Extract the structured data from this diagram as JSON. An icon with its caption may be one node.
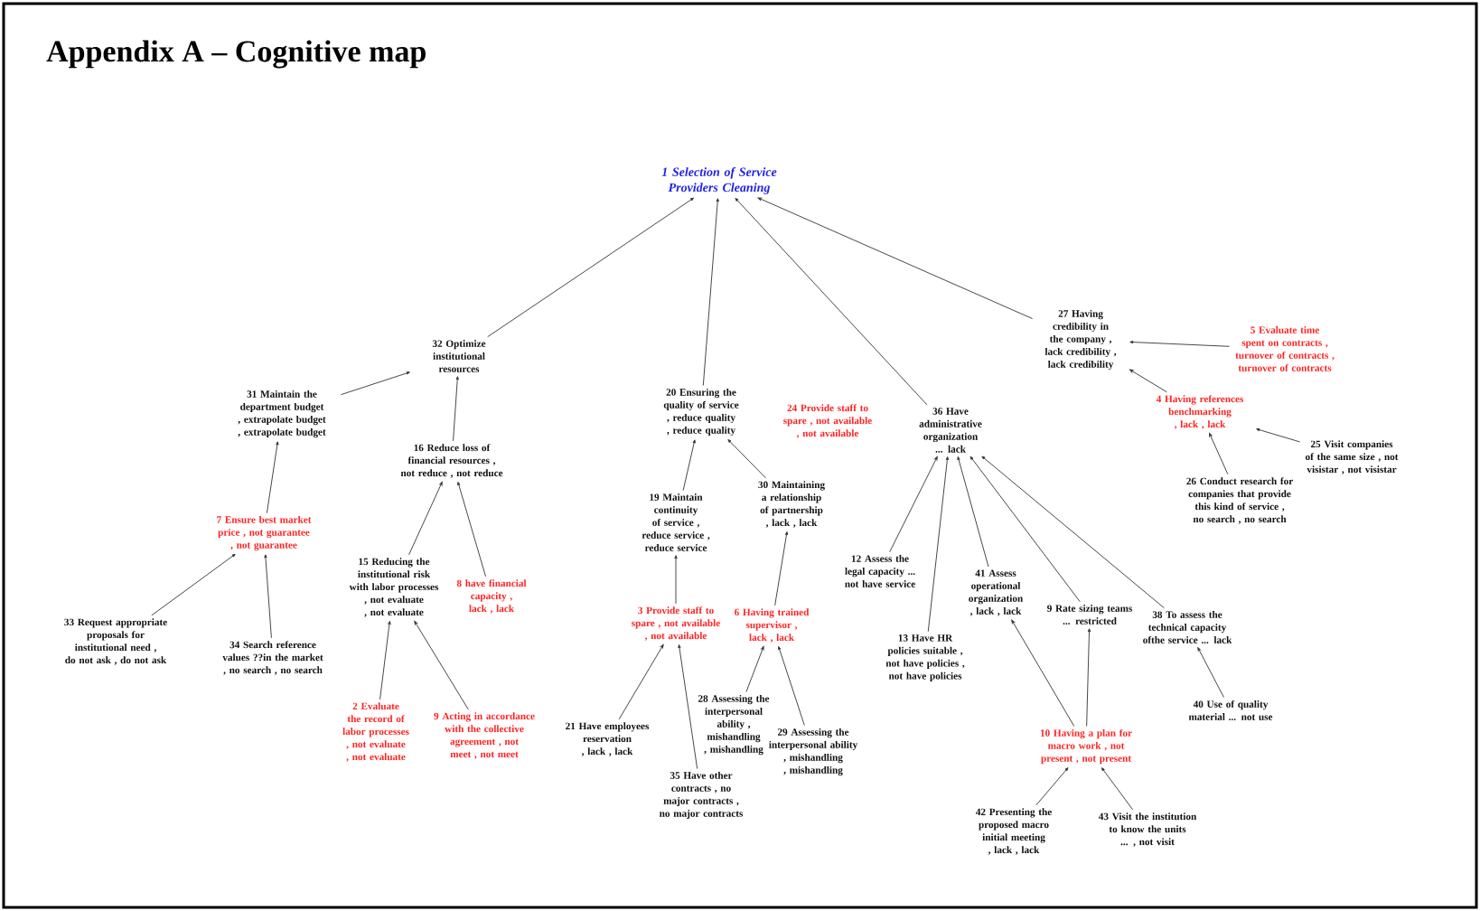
{
  "diagram": {
    "title": "Appendix A – Cognitive map",
    "nodes": [
      {
        "text": [
          "1 Selection of Service Providers Cleaning"
        ]
      },
      {
        "text": [
          "32 Optimize institutional resources"
        ]
      },
      {
        "text": [
          "31 Maintain the department budget , extrapolate budget , extrapolate budget"
        ]
      },
      {
        "text": [
          "16 Reduce loss of financial resources , not reduce , not reduce"
        ]
      },
      {
        "text": [
          "7 Ensure best market price , not guarantee , not guarantee"
        ]
      },
      {
        "text": [
          "33 Request appropriate proposals for institutional need , do not ask , do not ask"
        ]
      },
      {
        "text": [
          "34 Search reference values ??in the market , no search , no search"
        ]
      },
      {
        "text": [
          "15 Reducing the institutional risk with labor processes , not evaluate , not evaluate"
        ]
      },
      {
        "text": [
          "8 have financial capacity , lack , lack"
        ]
      },
      {
        "text": [
          "2 Evaluate the record of labor processes , not evaluate , not evaluate"
        ]
      },
      {
        "text": [
          "9 Acting in accordance with the collective agreement , not meet , not meet"
        ]
      },
      {
        "text": [
          "20 Ensuring the quality of service , reduce quality , reduce quality"
        ]
      },
      {
        "text": [
          "19 Maintain continuity of service , reduce service , reduce service"
        ]
      },
      {
        "text": [
          "30 Maintaining a relationship of partnership , lack , lack"
        ]
      },
      {
        "text": [
          "3 Provide staff to spare , not available , not available"
        ]
      },
      {
        "text": [
          "6 Having trained supervisor , lack , lack"
        ]
      },
      {
        "text": [
          "21 Have employees reservation , lack , lack"
        ]
      },
      {
        "text": [
          "35 Have other contracts , no major contracts , no major contracts"
        ]
      },
      {
        "text": [
          "28 Assessing the interpersonal ability , mishandling , mishandling"
        ]
      },
      {
        "text": [
          "29 Assessing the interpersonal ability , mishandling , mishandling"
        ]
      },
      {
        "text": [
          "36 Have administrative organization ... lack"
        ]
      },
      {
        "text": [
          "27 Having credibility in the company , lack credibility , lack credibility"
        ]
      },
      {
        "text": [
          "5 Evaluate time spent on contracts , turnover of contracts , turnover of contracts"
        ]
      },
      {
        "text": [
          "4 Having references benchmarking , lack , lack"
        ]
      },
      {
        "text": [
          "25 Visit companies of the same size , not visistar , not visistar"
        ]
      },
      {
        "text": [
          "26 Conduct research for companies that provide this kind of service , no search , no search"
        ]
      },
      {
        "text": [
          "12 Assess the legal capacity ... not have service"
        ]
      },
      {
        "text": [
          "13 Have HR policies suitable , not have policies , not have policies"
        ]
      },
      {
        "text": [
          "41 Assess operational organization , lack , lack"
        ]
      },
      {
        "text": [
          "9 Rate sizing teams ... restricted"
        ]
      },
      {
        "text": [
          "38 To assess the technical capacity ofthe service ... lack"
        ]
      },
      {
        "text": [
          "40 Use of quality material ... not use"
        ]
      },
      {
        "text": [
          "10 Having a plan for macro work , not present , not present"
        ]
      },
      {
        "text": [
          "42 Presenting the proposed macro initial meeting , lack , lack"
        ]
      },
      {
        "text": [
          "43 Visit the institution to know the units ... , not visit"
        ]
      }
    ],
    "edges": [
      {
        "from": 1,
        "to": 0,
        "arrow": "to"
      },
      {
        "from": 2,
        "to": 1,
        "arrow": "to"
      },
      {
        "from": 3,
        "to": 1,
        "arrow": "to"
      },
      {
        "from": 4,
        "to": 2,
        "arrow": "to"
      },
      {
        "from": 5,
        "to": 4,
        "arrow": "to"
      },
      {
        "from": 6,
        "to": 4,
        "arrow": "to"
      },
      {
        "from": 7,
        "to": 3,
        "arrow": "to"
      },
      {
        "from": 8,
        "to": 3,
        "arrow": "to"
      },
      {
        "from": 9,
        "to": 7,
        "arrow": "to"
      },
      {
        "from": 10,
        "to": 7,
        "arrow": "to"
      },
      {
        "from": 11,
        "to": 0,
        "arrow": "to"
      },
      {
        "from": 12,
        "to": 11,
        "arrow": "to"
      },
      {
        "from": 13,
        "to": 11,
        "arrow": "to"
      },
      {
        "from": 14,
        "to": 12,
        "arrow": "to"
      },
      {
        "from": 16,
        "to": 14,
        "arrow": "to"
      },
      {
        "from": 17,
        "to": 14,
        "arrow": "to"
      },
      {
        "from": 15,
        "to": 13,
        "arrow": "to"
      },
      {
        "from": 18,
        "to": 15,
        "arrow": "to"
      },
      {
        "from": 19,
        "to": 15,
        "arrow": "to"
      },
      {
        "from": 20,
        "to": 0,
        "arrow": "to"
      },
      {
        "from": 21,
        "to": 0,
        "arrow": "to"
      },
      {
        "from": 22,
        "to": 21,
        "arrow": "to"
      },
      {
        "from": 23,
        "to": 21,
        "arrow": "to"
      },
      {
        "from": 24,
        "to": 23,
        "arrow": "to"
      },
      {
        "from": 25,
        "to": 23,
        "arrow": "to"
      },
      {
        "from": 26,
        "to": 20,
        "arrow": "to"
      },
      {
        "from": 27,
        "to": 20,
        "arrow": "to"
      },
      {
        "from": 28,
        "to": 20,
        "arrow": "to"
      },
      {
        "from": 29,
        "to": 20,
        "arrow": "to"
      },
      {
        "from": 30,
        "to": 20,
        "arrow": "to"
      },
      {
        "from": 31,
        "to": 30,
        "arrow": "to"
      },
      {
        "from": 32,
        "to": 28,
        "arrow": "to"
      },
      {
        "from": 32,
        "to": 29,
        "arrow": "to"
      },
      {
        "from": 33,
        "to": 32,
        "arrow": "to"
      },
      {
        "from": 34,
        "to": 32,
        "arrow": "to"
      }
    ],
    "labels": [
      "24 Provide staff to spare , not available , not available"
    ]
  }
}
